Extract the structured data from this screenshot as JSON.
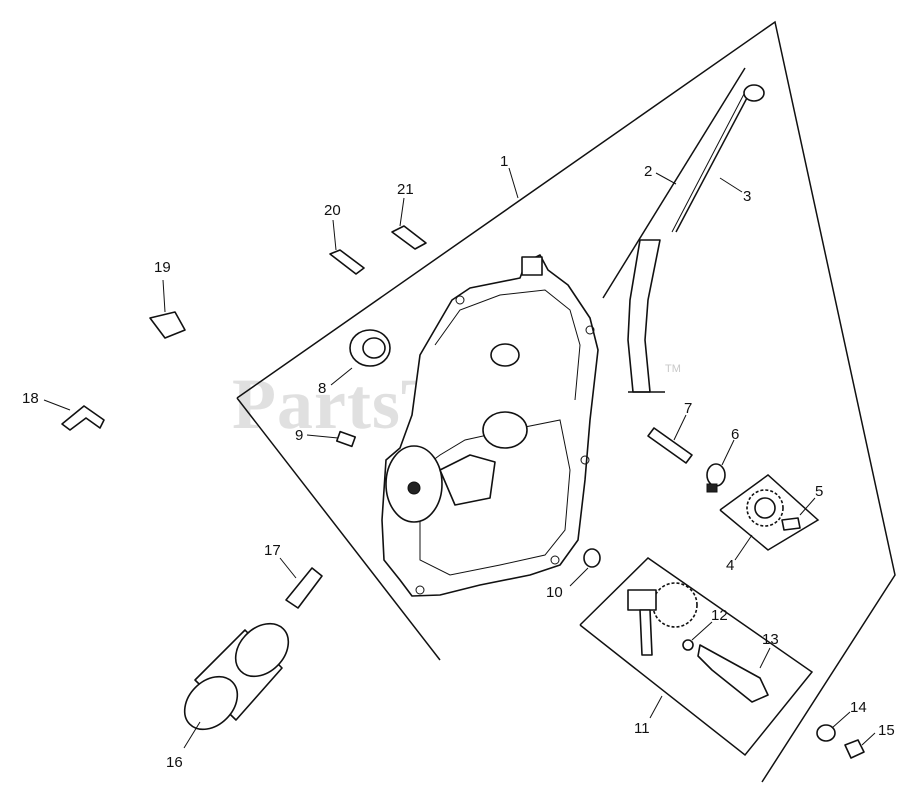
{
  "watermark": {
    "text": "PartsTree",
    "trademark": "TM"
  },
  "callouts": {
    "c1": "1",
    "c2": "2",
    "c3": "3",
    "c4": "4",
    "c5": "5",
    "c6": "6",
    "c7": "7",
    "c8": "8",
    "c9": "9",
    "c10": "10",
    "c11": "11",
    "c12": "12",
    "c13": "13",
    "c14": "14",
    "c15": "15",
    "c16": "16",
    "c17": "17",
    "c18": "18",
    "c19": "19",
    "c20": "20",
    "c21": "21"
  }
}
